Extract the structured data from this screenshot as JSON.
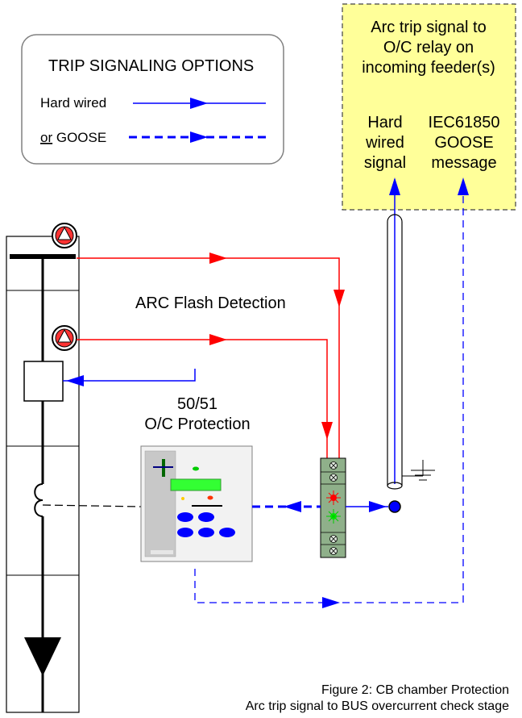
{
  "legend": {
    "title": "TRIP SIGNALING OPTIONS",
    "hard_wired_label": "Hard wired",
    "goose_or": "or",
    "goose_label": " GOOSE"
  },
  "incoming_box": {
    "line1": "Arc trip signal to",
    "line2": "O/C relay on",
    "line3": "incoming feeder(s)",
    "hard_line1": "Hard",
    "hard_line2": "wired",
    "hard_line3": "signal",
    "iec_line1": "IEC61850",
    "iec_line2": "GOOSE",
    "iec_line3": "message"
  },
  "arc_label": "ARC Flash Detection",
  "oc_protection": {
    "line1": "50/51",
    "line2": "O/C Protection"
  },
  "caption": {
    "line1": "Figure 2: CB chamber Protection",
    "line2": "Arc trip signal to BUS overcurrent check stage"
  },
  "colors": {
    "red": "#ff0000",
    "blue": "#0000ff",
    "yellow_box": "#ffff99",
    "relay_panel": "#e6e6e6",
    "relay_display": "#33ff33"
  }
}
